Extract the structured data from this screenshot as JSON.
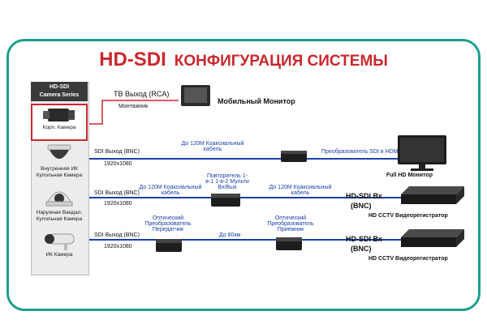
{
  "title": {
    "main": "HD-SDI",
    "sub": "КОНФИГУРАЦИЯ СИСТЕМЫ"
  },
  "sidebar": {
    "header": [
      "HD-SDI",
      "Camera Series"
    ],
    "cameras": [
      {
        "label": "Корп. Камера"
      },
      {
        "label": "Внутренняя ИК Купольная Камера"
      },
      {
        "label": "Наружная Вандал. Купольная Камера"
      },
      {
        "label": "ИК Камера"
      }
    ]
  },
  "top_section": {
    "tv_out": "ТВ Выход  (RCA)",
    "installer": "Монтажник",
    "mobile_monitor": "Мобильный Монитор"
  },
  "rows": [
    {
      "sdi_out": "SDI Выход (BNC)",
      "resolution": "1920x1080",
      "cable": "До 120М Коаксиальный кабель",
      "converter": "Преобразователь SDI в HDMI",
      "device": "Full HD Монитор"
    },
    {
      "sdi_out": "SDI Выход (BNC)",
      "resolution": "1920x1080",
      "cable1": "До 120М Коаксиальный кабель",
      "repeater": "Повторитель 1-в-1 1-в-2 Мульти Вх/Вых",
      "cable2": "До 120М Коаксиальный кабель",
      "dvr_in": "HD-SDI Вх",
      "bnc": "(BNC)",
      "device": "HD CCTV Видеорегистратор"
    },
    {
      "sdi_out": "SDI Выход (BNC)",
      "resolution": "1920x1080",
      "transmitter": "Оптический Преобразователь Передатчик",
      "distance": "До 80км",
      "receiver": "Оптический Преобразователь Приемник",
      "dvr_in": "HD-SDI Вх",
      "bnc": "(BNC)",
      "device": "HD CCTV Видеорегистратор"
    }
  ],
  "colors": {
    "frame": "#1e9e8c",
    "title": "#c8282e",
    "line": "#1b40a8"
  }
}
